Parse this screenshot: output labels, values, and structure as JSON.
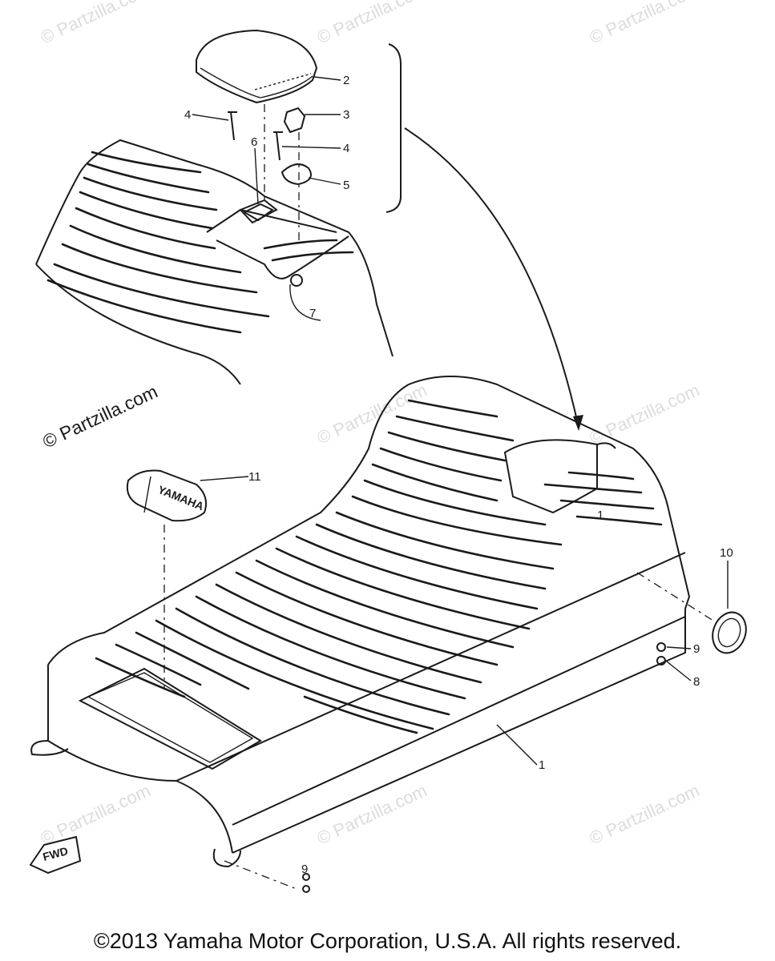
{
  "watermarks": [
    "© Partzilla.com",
    "© Partzilla.com",
    "© Partzilla.com",
    "© Partzilla.com",
    "© Partzilla.com",
    "© Partzilla.com",
    "© Partzilla.com",
    "© Partzilla.com",
    "© Partzilla.com"
  ],
  "callouts": {
    "c1": "1",
    "c1b": "1",
    "c2": "2",
    "c3": "3",
    "c4a": "4",
    "c4b": "4",
    "c5": "5",
    "c6": "6",
    "c7": "7",
    "c8": "8",
    "c9": "9",
    "c9b": "9",
    "c10": "10",
    "c11": "11"
  },
  "fwd_label": "FWD",
  "badge_text": "YAMAHA",
  "copyright": "©2013 Yamaha Motor Corporation, U.S.A. All rights reserved."
}
